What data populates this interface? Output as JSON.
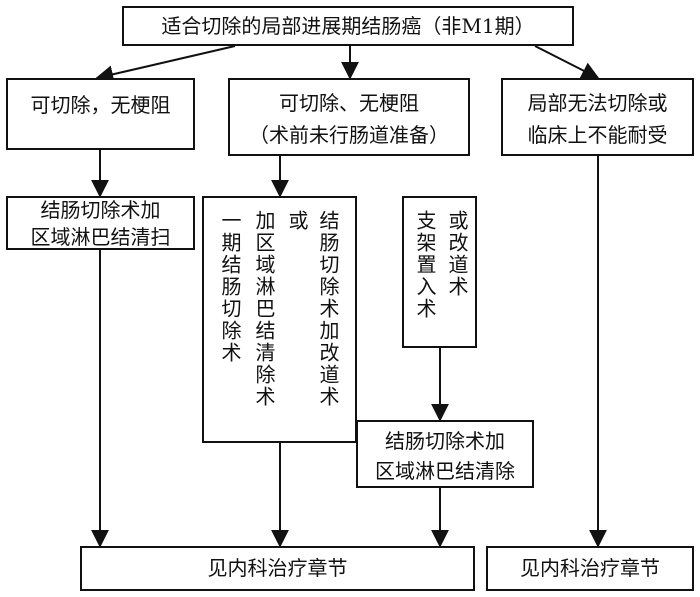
{
  "title": "适合切除的局部进展期结肠癌（非M1期）",
  "branch_left": "可切除，无梗阻",
  "branch_mid": {
    "line1": "可切除、无梗阻",
    "line2": "（术前未行肠道准备）"
  },
  "branch_right": {
    "line1": "局部无法切除或",
    "line2": "临床上不能耐受"
  },
  "left_step": {
    "line1": "结肠切除术加",
    "line2": "区域淋巴结清扫"
  },
  "mid_step": {
    "col1": "一期结肠切除术",
    "col2": "加区域淋巴结清除术",
    "col3": "或",
    "col4": "结肠切除术加改道术"
  },
  "stent_box": {
    "col1": "支架置入术",
    "col2": "或改道术"
  },
  "stent_next": {
    "line1": "结肠切除术加",
    "line2": "区域淋巴结清除"
  },
  "footer_left": "见内科治疗章节",
  "footer_right": "见内科治疗章节"
}
